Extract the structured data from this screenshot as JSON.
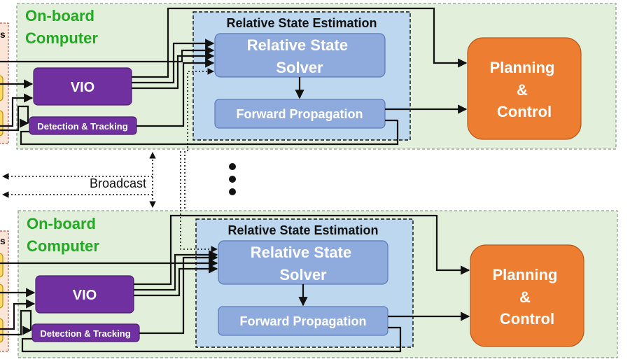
{
  "colors": {
    "computer_fill": "#e2efda",
    "rse_fill": "#bdd7ee",
    "solver_fill": "#8faadc",
    "vio_fill": "#7030a0",
    "planning_fill": "#ed7d31",
    "sensor_fill": "#ffd966",
    "sensor_panel_fill": "#fbe5d6",
    "title_green": "#22aa22"
  },
  "units": [
    {
      "computer_title": [
        "On-board",
        "Computer"
      ],
      "sensors_label": "s",
      "rse_title": "Relative State Estimation",
      "solver_label": [
        "Relative State",
        "Solver"
      ],
      "forward_label": "Forward Propagation",
      "vio_label": "VIO",
      "detection_label": "Detection & Tracking",
      "planning_label": [
        "Planning",
        "&",
        "Control"
      ]
    },
    {
      "computer_title": [
        "On-board",
        "Computer"
      ],
      "sensors_label": "s",
      "rse_title": "Relative State Estimation",
      "solver_label": [
        "Relative State",
        "Solver"
      ],
      "forward_label": "Forward Propagation",
      "vio_label": "VIO",
      "detection_label": "Detection & Tracking",
      "planning_label": [
        "Planning",
        "&",
        "Control"
      ]
    }
  ],
  "broadcast_label": "Broadcast"
}
